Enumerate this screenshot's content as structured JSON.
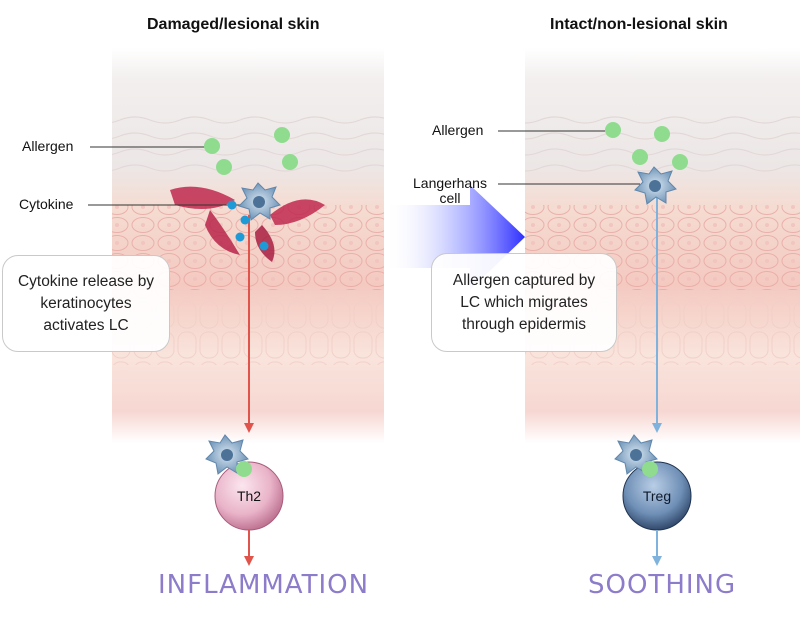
{
  "left": {
    "title": "Damaged/lesional  skin",
    "allergen_label": "Allergen",
    "cytokine_label": "Cytokine",
    "callout": "Cytokine release by keratinocytes activates LC",
    "t_cell": "Th2",
    "outcome": "INFLAMMATION"
  },
  "right": {
    "title": "Intact/non-lesional skin",
    "allergen_label": "Allergen",
    "langerhans_label": "Langerhans cell",
    "callout": "Allergen captured by LC which migrates through epidermis",
    "t_cell": "Treg",
    "outcome": "SOOTHING"
  },
  "colors": {
    "allergen": "#8fdc8f",
    "cytokine": "#1e9bd7",
    "langerhans": "#7aa2c4",
    "th2": "#e3a8c0",
    "treg": "#3f5f88",
    "arrow_left": "#e0544c",
    "arrow_right": "#7fb2dc",
    "outcome": "#8d7cc9",
    "big_arrow": "#3b3bff"
  }
}
